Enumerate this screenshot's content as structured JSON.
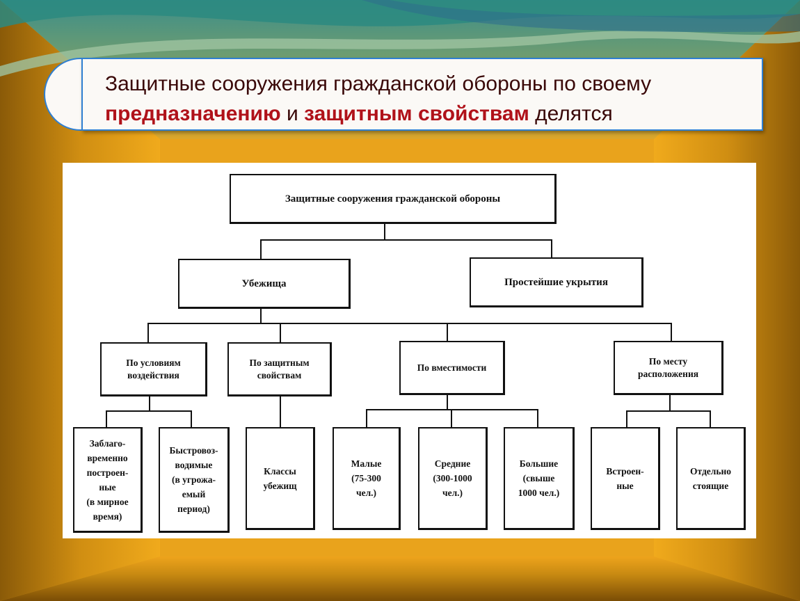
{
  "slide": {
    "title_parts": [
      {
        "text": "Защитные сооружения гражданской обороны по своему ",
        "style": "normal"
      },
      {
        "text": "предназначению",
        "style": "bold"
      },
      {
        "text": " и ",
        "style": "normal"
      },
      {
        "text": "защитным свойствам",
        "style": "bold"
      },
      {
        "text": " делятся",
        "style": "normal"
      }
    ]
  },
  "diagram": {
    "root": "Защитные сооружения гражданской обороны",
    "level2": [
      "Убежища",
      "Простейшие укрытия"
    ],
    "level3": [
      "По условиям\nвоздействия",
      "По защитным\nсвойствам",
      "По вместимости",
      "По месту\nрасположения"
    ],
    "level4": [
      "Заблаго-\nвременно\nпостроен-\nные\n(в мирное\nвремя)",
      "Быстровоз-\nводимые\n(в угрожа-\nемый\nпериод)",
      "Классы\nубежищ",
      "Малые\n(75-300\nчел.)",
      "Средние\n(300-1000\nчел.)",
      "Большие\n(свыше\n1000 чел.)",
      "Встроен-\nные",
      "Отдельно\nстоящие"
    ]
  },
  "colors": {
    "background": "#e8a21a",
    "title_border": "#2f7fd1",
    "title_text": "#3a0808",
    "title_highlight": "#b0121a",
    "teal_wave": "#2f8c7c"
  }
}
